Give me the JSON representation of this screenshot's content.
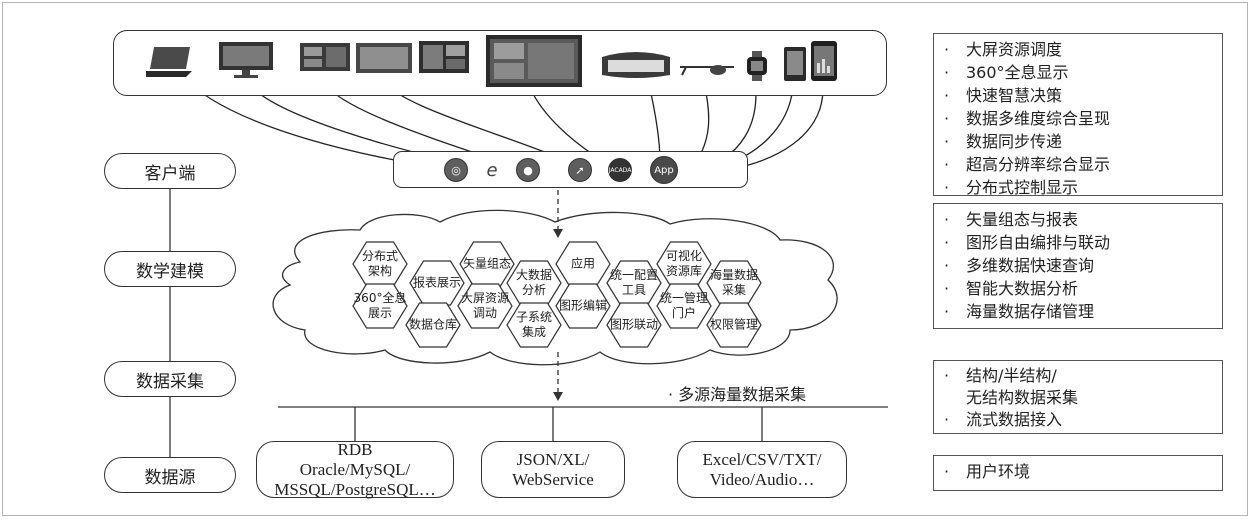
{
  "layers": [
    "客户端",
    "数学建模",
    "数据采集",
    "数据源"
  ],
  "side_panels": [
    {
      "bullet": "·",
      "items": [
        "大屏资源调度",
        "360°全息显示",
        "快速智慧决策",
        "数据多维度综合呈现",
        "数据同步传递",
        "超高分辨率综合显示",
        "分布式控制显示"
      ]
    },
    {
      "bullet": "·",
      "items": [
        "矢量组态与报表",
        "图形自由编排与联动",
        "多维数据快速查询",
        "智能大数据分析",
        "海量数据存储管理"
      ]
    },
    {
      "bullet": "·",
      "items": [
        "结构/半结构/\n无结构数据采集",
        "流式数据接入"
      ]
    },
    {
      "bullet": "·",
      "items": [
        "用户环境"
      ]
    }
  ],
  "cloud_hexes": [
    "分布式\n架构",
    "报表展示",
    "矢量组态",
    "大数据\n分析",
    "应用",
    "统一配置\n工具",
    "可视化\n资源库",
    "海量数据\n采集",
    "360°全息\n展示",
    "数据仓库",
    "大屏资源\n调动",
    "子系统\n集成",
    "图形编辑",
    "图形联动",
    "统一管理\n门户",
    "权限管理"
  ],
  "multi_source_label": "· 多源海量数据采集",
  "sources": [
    [
      "RDB",
      "Oracle/MySQL/",
      "MSSQL/PostgreSQL…"
    ],
    [
      "JSON/XL/",
      "WebService"
    ],
    [
      "Excel/CSV/TXT/",
      "Video/Audio…"
    ]
  ],
  "client_apps": [
    "chrome-icon",
    "ie-icon",
    "firefox-icon",
    "safari-icon",
    "jacada-icon",
    "App"
  ],
  "devices": [
    "laptop",
    "monitor",
    "dashboard-screen",
    "dashboard-screen",
    "dashboard-screen",
    "large-screen",
    "vr-headset",
    "smart-glasses",
    "smartwatch",
    "tablet",
    "phone"
  ]
}
